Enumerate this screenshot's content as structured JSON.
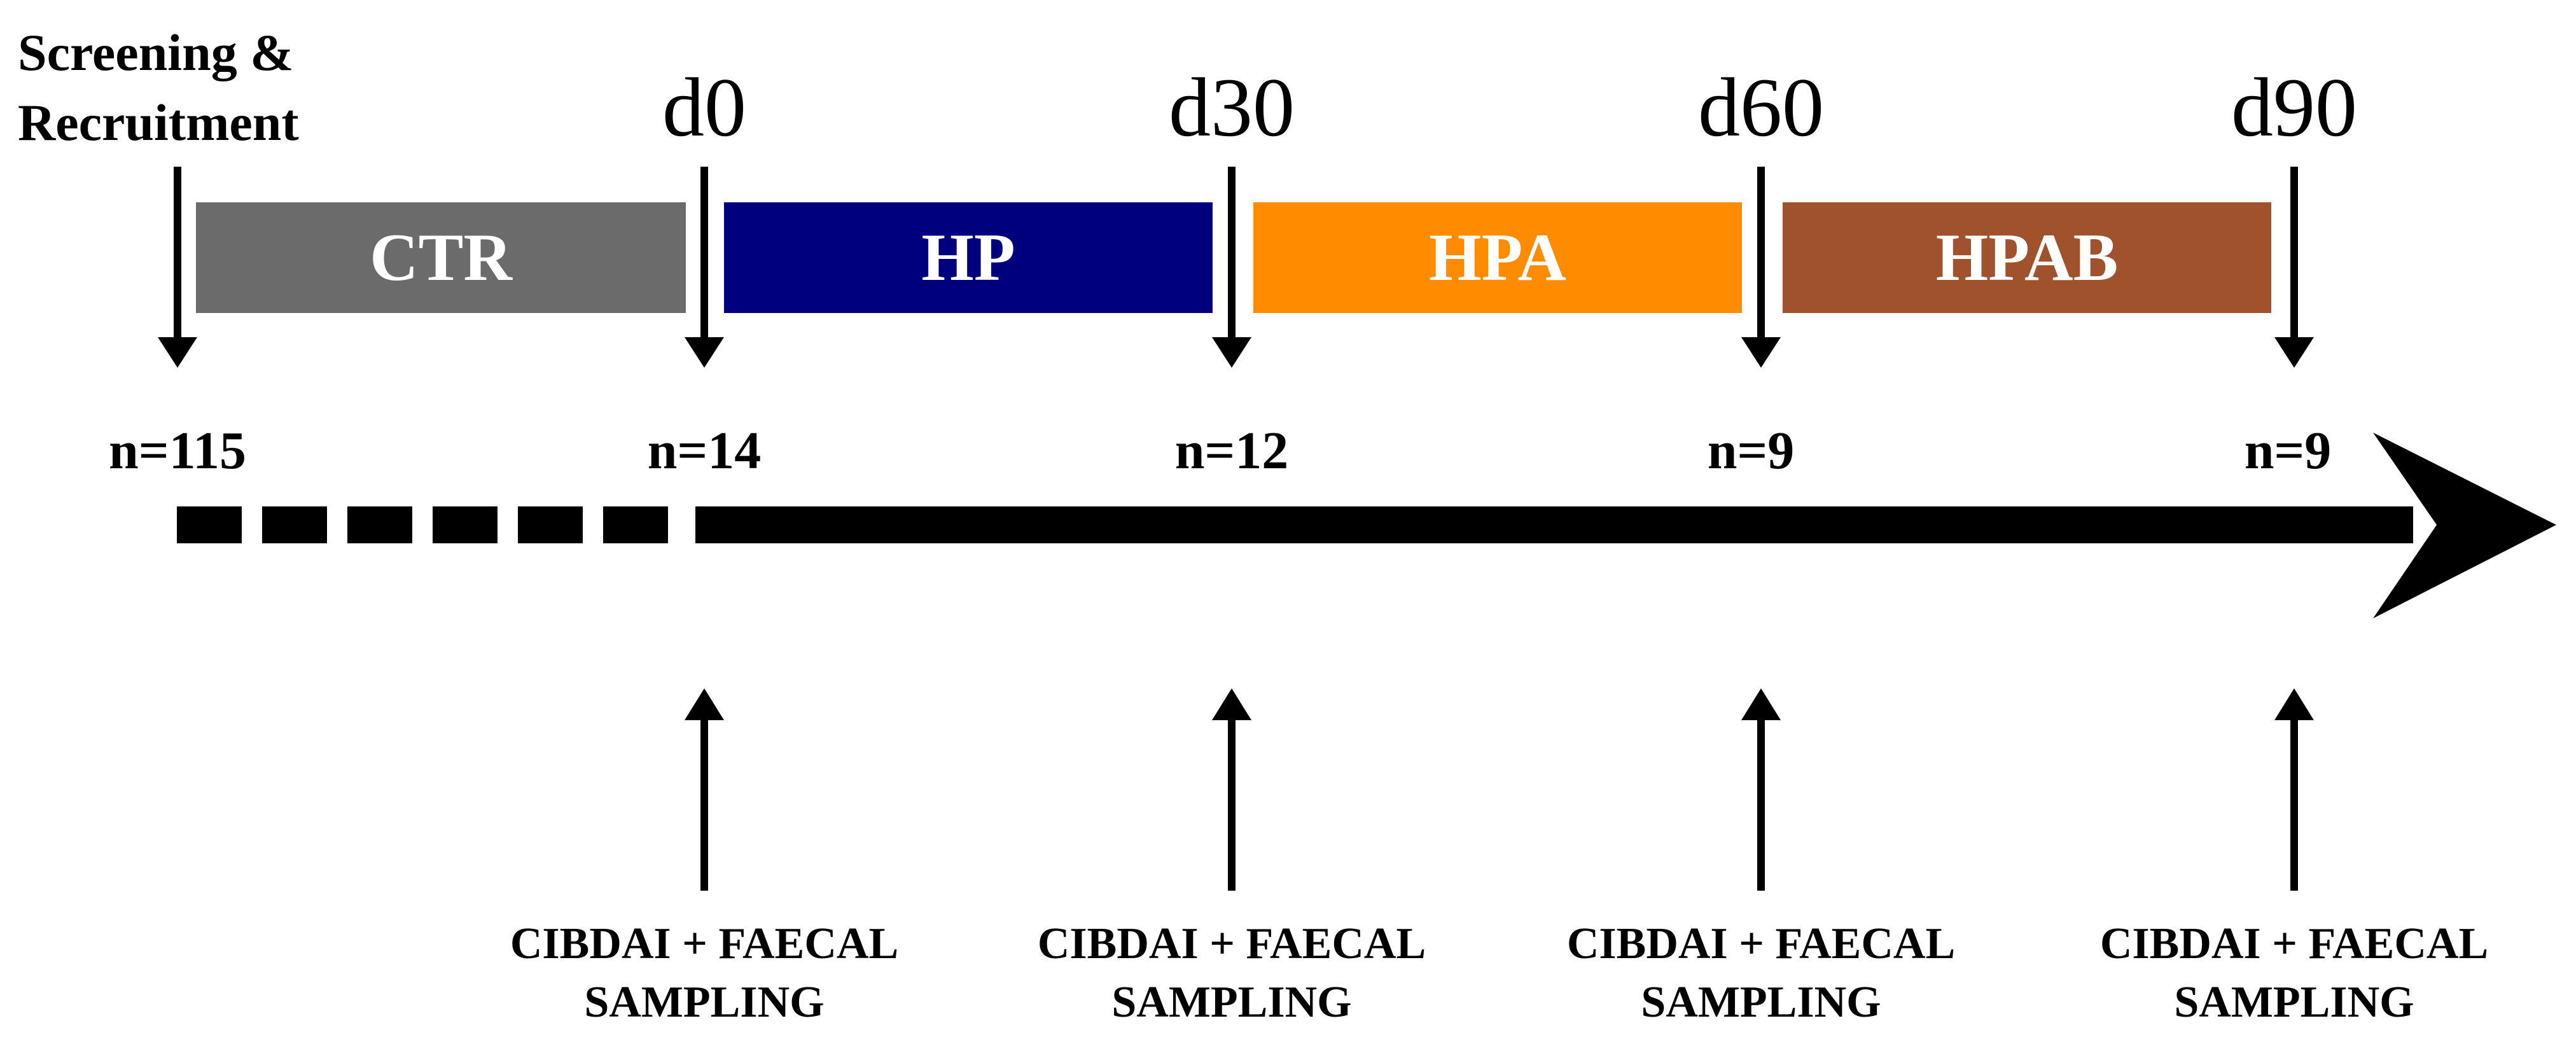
{
  "header": {
    "screening_line1": "Screening &",
    "screening_line2": "Recruitment"
  },
  "timepoints": [
    {
      "label": "d0",
      "n": "n=14"
    },
    {
      "label": "d30",
      "n": "n=12"
    },
    {
      "label": "d60",
      "n": "n=9"
    },
    {
      "label": "d90",
      "n": "n=9"
    }
  ],
  "screening_n": "n=115",
  "phases": [
    {
      "label": "CTR",
      "color": "#6b6b6b"
    },
    {
      "label": "HP",
      "color": "#00007f"
    },
    {
      "label": "HPA",
      "color": "#ff8c00"
    },
    {
      "label": "HPAB",
      "color": "#a0522d"
    }
  ],
  "sampling": [
    {
      "line1": "CIBDAI + FAECAL",
      "line2": "SAMPLING"
    },
    {
      "line1": "CIBDAI + FAECAL",
      "line2": "SAMPLING"
    },
    {
      "line1": "CIBDAI + FAECAL",
      "line2": "SAMPLING"
    },
    {
      "line1": "CIBDAI + FAECAL",
      "line2": "SAMPLING"
    }
  ]
}
